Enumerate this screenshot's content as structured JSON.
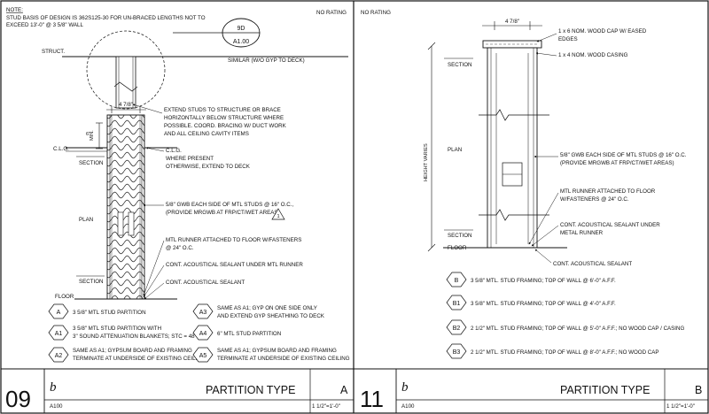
{
  "left_detail": {
    "note_heading": "NOTE:",
    "note_lines": [
      "STUD BASIS OF DESIGN IS 362S125-30 FOR UN-BRACED LENGTHS NOT TO",
      "EXCEED 13'-0\" @ 3 5/8\" WALL"
    ],
    "rating": "NO RATING",
    "callout_top": "9D",
    "callout_bottom": "A1.00",
    "callout_note": "SIMILAR (W/O GYP TO DECK)",
    "label_struct": "STRUCT.",
    "dim_width": "4 7/8\"",
    "dim_min_label": "MIN.",
    "dim_min_value": "6\"",
    "label_clg": "C.L.G.",
    "label_section_upper": "SECTION",
    "label_plan": "PLAN",
    "label_section_lower": "SECTION",
    "label_floor": "FLOOR",
    "note_extend": [
      "EXTEND STUDS TO STRUCTURE OR BRACE",
      "HORIZONTALLY BELOW STRUCTURE WHERE",
      "POSSIBLE. COORD. BRACING W/ DUCT WORK",
      "AND ALL CEILING CAVITY ITEMS"
    ],
    "note_clg": [
      "C.L.G.",
      "WHERE PRESENT",
      "OTHERWISE, EXTEND TO DECK"
    ],
    "note_gwb": [
      "5/8\" GWB EACH SIDE OF MTL STUDS @ 16\" O.C.,",
      "(PROVIDE MRGWB AT FRP/CT/WET AREAS)"
    ],
    "revision_tag": "1",
    "note_runner": [
      "MTL RUNNER ATTACHED TO FLOOR W/FASTENERS",
      "@ 24\" O.C."
    ],
    "note_sealant_under": "CONT. ACOUSTICAL SEALANT UNDER MTL RUNNER",
    "note_sealant": "CONT. ACOUSTICAL SEALANT",
    "legend": [
      {
        "tag": "A",
        "lines": [
          "3 5/8\" MTL STUD PARTITION"
        ]
      },
      {
        "tag": "A1",
        "lines": [
          "3 5/8\" MTL STUD PARTITION WITH",
          "3\" SOUND ATTENUATION BLANKETS; STC = 48"
        ]
      },
      {
        "tag": "A2",
        "lines": [
          "SAME AS A1; GYPSUM BOARD AND FRAMING",
          "TERMINATE AT UNDERSIDE OF EXISTING CEILING"
        ]
      },
      {
        "tag": "A3",
        "lines": [
          "SAME AS A1; GYP ON ONE SIDE ONLY",
          "AND EXTEND GYP SHEATHING TO DECK"
        ]
      },
      {
        "tag": "A4",
        "lines": [
          "6\" MTL STUD PARTITION"
        ]
      },
      {
        "tag": "A5",
        "lines": [
          "SAME AS A1; GYPSUM BOARD AND FRAMING",
          "TERMINATE AT UNDERSIDE OF EXISTING CEILING"
        ]
      }
    ],
    "title_block": {
      "number": "09",
      "letter": "b",
      "sheet": "A100",
      "title": "PARTITION TYPE",
      "type": "A",
      "scale": "1 1/2\"=1'-0\""
    }
  },
  "right_detail": {
    "rating": "NO RATING",
    "dim_width": "4 7/8\"",
    "note_cap": [
      "1 x 6 NOM. WOOD CAP W/ EASED",
      "EDGES"
    ],
    "note_casing": "1 x 4 NOM. WOOD CASING",
    "label_section_upper": "SECTION",
    "label_height": "HEIGHT VARIES",
    "label_plan": "PLAN",
    "label_section_lower": "SECTION",
    "label_floor": "FLOOR",
    "note_gwb": [
      "5/8\" GWB EACH SIDE OF MTL STUDS @ 16\" O.C.",
      "(PROVIDE MRGWB AT FRP/CT/WET AREAS)"
    ],
    "note_runner": [
      "MTL RUNNER ATTACHED TO FLOOR",
      "W/FASTENERS @ 24\" O.C."
    ],
    "note_sealant_under": [
      "CONT. ACOUSTICAL SEALANT UNDER",
      "METAL RUNNER"
    ],
    "note_sealant": "CONT. ACOUSTICAL SEALANT",
    "legend": [
      {
        "tag": "B",
        "text": "3 5/8\" MTL. STUD FRAMING; TOP OF WALL @ 6'-0\" A.F.F."
      },
      {
        "tag": "B1",
        "text": "3 5/8\" MTL. STUD FRAMING; TOP OF WALL @ 4'-0\" A.F.F."
      },
      {
        "tag": "B2",
        "text": "2 1/2\" MTL. STUD FRAMING; TOP OF WALL @ 5'-0\" A.F.F.; NO WOOD CAP / CASING"
      },
      {
        "tag": "B3",
        "text": "2 1/2\" MTL. STUD FRAMING; TOP OF WALL @ 8'-0\" A.F.F.; NO WOOD CAP"
      }
    ],
    "title_block": {
      "number": "11",
      "letter": "b",
      "sheet": "A100",
      "title": "PARTITION TYPE",
      "type": "B",
      "scale": "1 1/2\"=1'-0\""
    }
  }
}
